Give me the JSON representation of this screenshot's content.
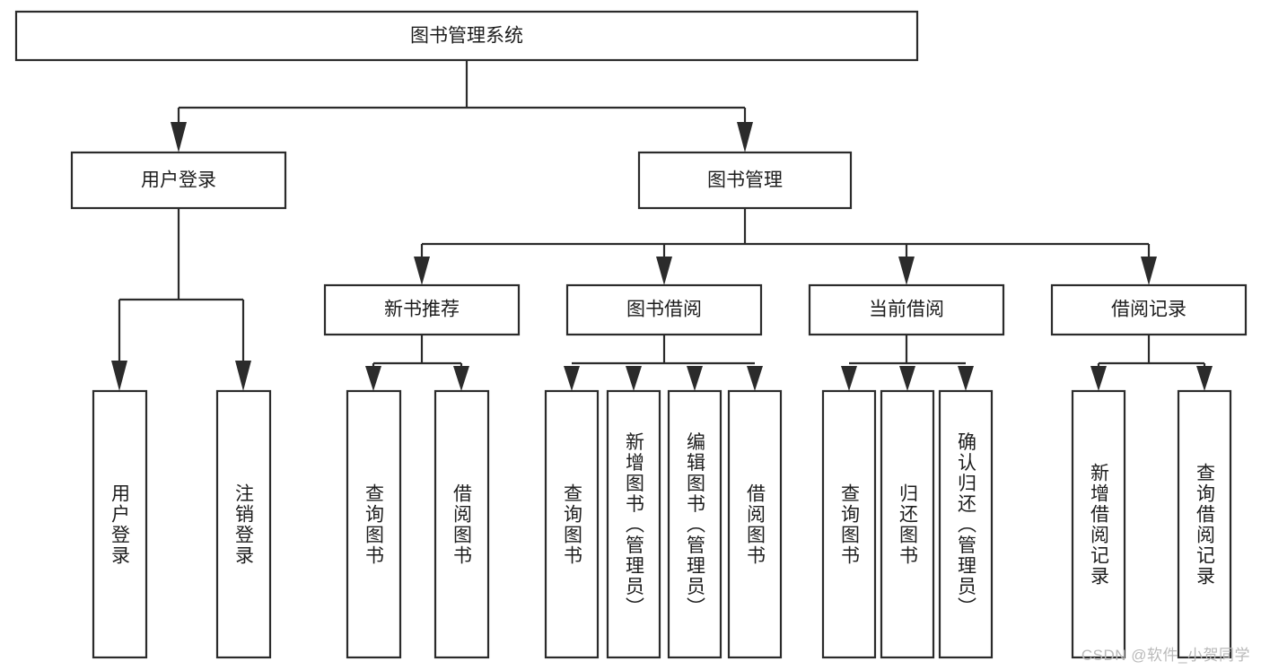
{
  "diagram": {
    "title": "图书管理系统",
    "type": "hierarchy-tree",
    "watermark": "CSDN @软件_小贺同学",
    "levels": [
      {
        "level": 1,
        "nodes": [
          {
            "id": "root",
            "label": "图书管理系统",
            "orientation": "horizontal"
          }
        ]
      },
      {
        "level": 2,
        "nodes": [
          {
            "id": "user-login",
            "label": "用户登录",
            "orientation": "horizontal",
            "parent": "root"
          },
          {
            "id": "book-mgmt",
            "label": "图书管理",
            "orientation": "horizontal",
            "parent": "root"
          }
        ]
      },
      {
        "level": 3,
        "nodes": [
          {
            "id": "new-book-rec",
            "label": "新书推荐",
            "orientation": "horizontal",
            "parent": "book-mgmt"
          },
          {
            "id": "book-borrow",
            "label": "图书借阅",
            "orientation": "horizontal",
            "parent": "book-mgmt"
          },
          {
            "id": "current-borrow",
            "label": "当前借阅",
            "orientation": "horizontal",
            "parent": "book-mgmt"
          },
          {
            "id": "borrow-record",
            "label": "借阅记录",
            "orientation": "horizontal",
            "parent": "book-mgmt"
          }
        ]
      },
      {
        "level": 4,
        "nodes": [
          {
            "id": "leaf-1",
            "label": "用户登录",
            "orientation": "vertical",
            "parent": "user-login"
          },
          {
            "id": "leaf-2",
            "label": "注销登录",
            "orientation": "vertical",
            "parent": "user-login"
          },
          {
            "id": "leaf-3",
            "label": "查询图书",
            "orientation": "vertical",
            "parent": "new-book-rec"
          },
          {
            "id": "leaf-4",
            "label": "借阅图书",
            "orientation": "vertical",
            "parent": "new-book-rec"
          },
          {
            "id": "leaf-5",
            "label": "查询图书",
            "orientation": "vertical",
            "parent": "book-borrow"
          },
          {
            "id": "leaf-6",
            "label": "新增图书（管理员）",
            "orientation": "vertical",
            "parent": "book-borrow"
          },
          {
            "id": "leaf-7",
            "label": "编辑图书（管理员）",
            "orientation": "vertical",
            "parent": "book-borrow"
          },
          {
            "id": "leaf-8",
            "label": "借阅图书",
            "orientation": "vertical",
            "parent": "book-borrow"
          },
          {
            "id": "leaf-9",
            "label": "查询图书",
            "orientation": "vertical",
            "parent": "current-borrow"
          },
          {
            "id": "leaf-10",
            "label": "归还图书",
            "orientation": "vertical",
            "parent": "current-borrow"
          },
          {
            "id": "leaf-11",
            "label": "确认归还（管理员）",
            "orientation": "vertical",
            "parent": "current-borrow"
          },
          {
            "id": "leaf-12",
            "label": "新增借阅记录",
            "orientation": "vertical",
            "parent": "borrow-record"
          },
          {
            "id": "leaf-13",
            "label": "查询借阅记录",
            "orientation": "vertical",
            "parent": "borrow-record"
          }
        ]
      }
    ],
    "colors": {
      "box_stroke": "#2b2b2b",
      "box_fill": "#ffffff",
      "text": "#1d1d1d",
      "connector": "#2b2b2b",
      "watermark": "#b9b9b9",
      "background": "#ffffff"
    }
  }
}
